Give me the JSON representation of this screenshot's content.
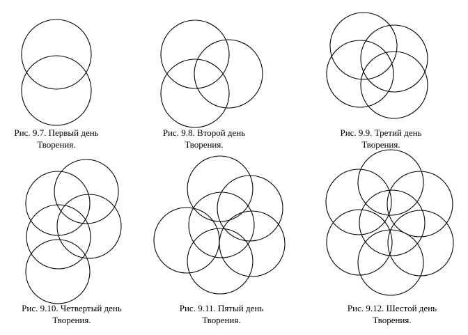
{
  "figures": [
    {
      "caption_line1": "Рис. 9.7. Первый день",
      "caption_line2": "Творения.",
      "circle_count": 2
    },
    {
      "caption_line1": "Рис. 9.8. Второй день",
      "caption_line2": "Творения.",
      "circle_count": 3
    },
    {
      "caption_line1": "Рис. 9.9. Третий день",
      "caption_line2": "Творения.",
      "circle_count": 4
    },
    {
      "caption_line1": "Рис. 9.10. Четвертый день",
      "caption_line2": "Творения.",
      "circle_count": 5
    },
    {
      "caption_line1": "Рис. 9.11. Пятый день",
      "caption_line2": "Творения.",
      "circle_count": 6
    },
    {
      "caption_line1": "Рис. 9.12. Шестой день",
      "caption_line2": "Творения.",
      "circle_count": 7
    }
  ]
}
